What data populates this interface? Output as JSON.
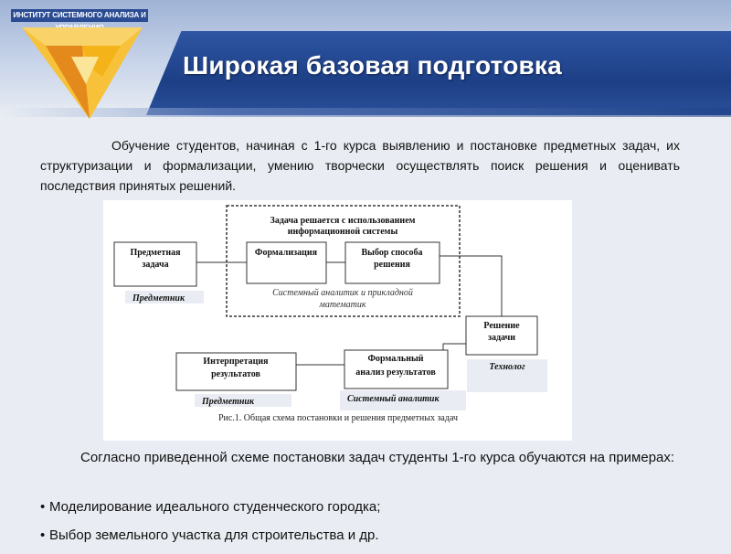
{
  "header": {
    "institute": "ИНСТИТУТ СИСТЕМНОГО АНАЛИЗА И УПРАВЛЕНИЯ",
    "title": "Широкая базовая подготовка",
    "colors": {
      "bar": "#1d3f86",
      "logo_yellow": "#f5b31a",
      "logo_orange": "#e4891b"
    }
  },
  "intro": "Обучение студентов, начиная с 1-го курса выявлению и постановке предметных задач, их структуризации и формализации, умению творчески осуществлять поиск решения и оценивать последствия принятых решений.",
  "diagram": {
    "group_title_line1": "Задача решается с использованием",
    "group_title_line2": "информационной системы",
    "nodes": {
      "subject_task_line1": "Предметная",
      "subject_task_line2": "задача",
      "formalization": "Формализация",
      "method_line1": "Выбор способа",
      "method_line2": "решения",
      "solution_line1": "Решение",
      "solution_line2": "задачи",
      "formal_analysis_line1": "Формальный",
      "formal_analysis_line2": "анализ результатов",
      "interpretation_line1": "Интерпретация",
      "interpretation_line2": "результатов"
    },
    "roles": {
      "subject_expert_1": "Предметник",
      "analyst_note_line1": "Системный аналитик и прикладной",
      "analyst_note_line2": "математик",
      "technologist": "Технолог",
      "system_analyst": "Системный аналитик",
      "subject_expert_2": "Предметник"
    },
    "caption": "Рис.1. Общая схема постановки и решения предметных задач"
  },
  "summary": "Согласно приведенной схеме постановки задач студенты 1-го курса обучаются на примерах:",
  "bullets": [
    "Моделирование идеального студенческого городка;",
    "Выбор земельного участка для строительства и др."
  ]
}
